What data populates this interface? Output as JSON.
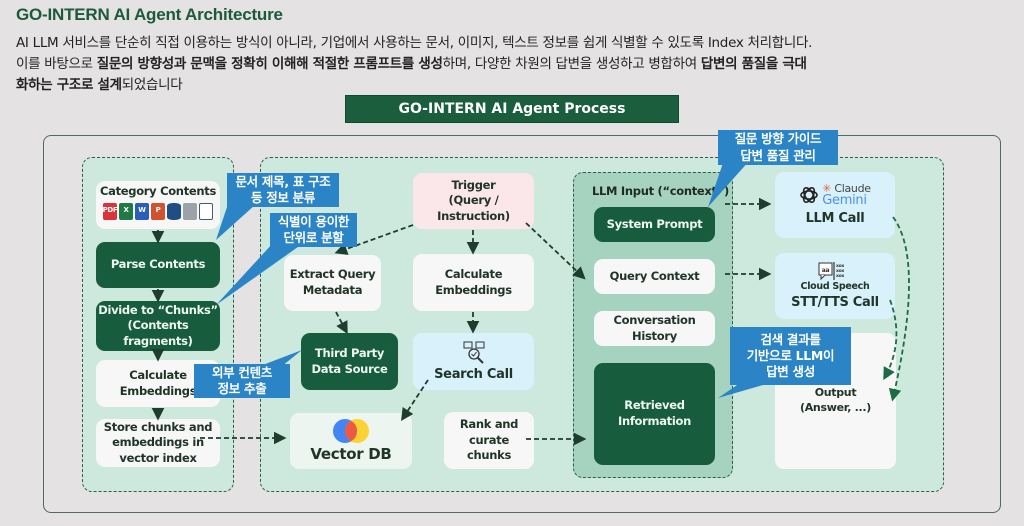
{
  "header": {
    "title": "GO-INTERN AI Agent Architecture",
    "description": {
      "line1": "AI LLM 서비스를 단순히 직접 이용하는 방식이 아니라, 기업에서 사용하는 문서, 이미지, 텍스트 정보를 쉽게 식별할 수 있도록 Index 처리합니다.",
      "line2_pre": "이를 바탕으로 ",
      "line2_bold1": "질문의 방향성과 문맥을 정확히 이해해 적절한 프롬프트를 생성",
      "line2_mid": "하며, 다양한 차원의 답변을 생성하고 병합하여 ",
      "line2_bold2": "답변의 품질을 극대",
      "line3_bold": "화하는 구조로 설계",
      "line3_post": "되었습니다"
    }
  },
  "banner": {
    "label": "GO-INTERN AI Agent Process"
  },
  "ingestion": {
    "category_contents": "Category Contents",
    "file_icons": [
      "pdf-icon",
      "excel-icon",
      "word-icon",
      "powerpoint-icon",
      "database-icon",
      "image-icon",
      "document-icon"
    ],
    "parse_contents": "Parse Contents",
    "divide_chunks": [
      "Divide to “Chunks”",
      "(Contents",
      "fragments)"
    ],
    "calculate_embeddings": [
      "Calculate",
      "Embeddings"
    ],
    "store_chunks": [
      "Store chunks and",
      "embeddings in",
      "vector index"
    ]
  },
  "query_flow": {
    "trigger": [
      "Trigger",
      "(Query / Instruction)"
    ],
    "extract_metadata": [
      "Extract Query",
      "Metadata"
    ],
    "calculate_embeddings": [
      "Calculate",
      "Embeddings"
    ],
    "third_party": [
      "Third Party",
      "Data Source"
    ],
    "search_call": "Search Call",
    "vector_db": "Vector DB",
    "rank_curate": [
      "Rank and",
      "curate",
      "chunks"
    ]
  },
  "llm_input": {
    "title": "LLM Input (“context”)",
    "system_prompt": "System Prompt",
    "query_context": "Query Context",
    "conversation_history": "Conversation History",
    "retrieved_information": [
      "Retrieved",
      "Information"
    ]
  },
  "calls": {
    "llm_brands": [
      "Claude",
      "Gemini"
    ],
    "llm_call": "LLM Call",
    "speech_brand": "Cloud Speech",
    "stt_tts_call": "STT/TTS Call",
    "output": [
      "Output",
      "(Answer, ...)"
    ]
  },
  "callouts": {
    "classify": [
      "문서 제목, 표 구조",
      "등 정보 분류"
    ],
    "split": [
      "식별이 용이한",
      "단위로 분할"
    ],
    "external": [
      "외부 컨텐츠",
      "정보 추출"
    ],
    "guide": [
      "질문 방향 가이드",
      "답변 품질 관리"
    ],
    "generate": [
      "검색 결과를",
      "기반으로 LLM이",
      "답변 생성"
    ]
  },
  "colors": {
    "dark_green": "#175c3c",
    "zone_green": "#cde8dc",
    "llm_zone": "#a6d3bf",
    "callout_blue": "#2b84c6",
    "trigger_pink": "#fbe7ea",
    "call_blue": "#d8f1fb"
  }
}
